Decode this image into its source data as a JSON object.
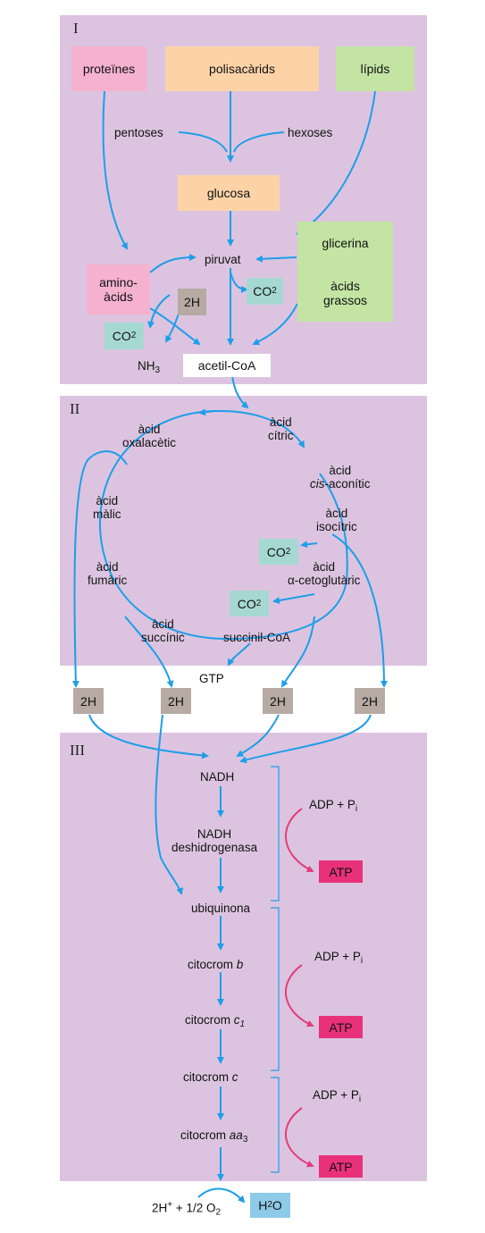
{
  "stages": {
    "s1": "I",
    "s2": "II",
    "s3": "III"
  },
  "colors": {
    "panel": "#dcc4e0",
    "protein": "#f5b2cf",
    "carb": "#fcd3a7",
    "lipid": "#c3e4a3",
    "co2": "#a6d8d2",
    "h2": "#b6aaa2",
    "atp": "#e8317a",
    "h2o": "#8ecbe9",
    "arrow": "#1e9ee8",
    "atp_arrow": "#e23d7b"
  },
  "stage1": {
    "proteins": "proteïnes",
    "polysaccharides": "polisacàrids",
    "lipids": "lípids",
    "pentoses": "pentoses",
    "hexoses": "hexoses",
    "glucose": "glucosa",
    "pyruvate": "piruvat",
    "glycerol": "glicerina",
    "fatty_acids_1": "àcids",
    "fatty_acids_2": "grassos",
    "amino_1": "amino-",
    "amino_2": "àcids",
    "h2": "2H",
    "co2": "CO",
    "co2_sub": "2",
    "co2_b": "CO",
    "co2_b_sub": "2",
    "nh3": "NH",
    "nh3_sub": "3",
    "acetyl_coa": "acetil-CoA"
  },
  "stage2": {
    "citric_1": "àcid",
    "citric_2": "cítric",
    "cisaconitic_1": "àcid",
    "cisaconitic_2a": "cis",
    "cisaconitic_2b": "-aconític",
    "isocitric_1": "àcid",
    "isocitric_2": "isocítric",
    "co2_a": "CO",
    "co2_a_sub": "2",
    "ketoglutaric_1": "àcid",
    "ketoglutaric_2": "α-cetoglutàric",
    "co2_b": "CO",
    "co2_b_sub": "2",
    "succinyl_coa": "succinil-CoA",
    "succinic_1": "àcid",
    "succinic_2": "succínic",
    "fumaric_1": "àcid",
    "fumaric_2": "fumàric",
    "malic_1": "àcid",
    "malic_2": "màlic",
    "oxaloacetic_1": "àcid",
    "oxaloacetic_2": "oxalacètic",
    "gtp": "GTP"
  },
  "h2_row": {
    "a": "2H",
    "b": "2H",
    "c": "2H",
    "d": "2H"
  },
  "stage3": {
    "nadh": "NADH",
    "nadh_dh_1": "NADH",
    "nadh_dh_2": "deshidrogenasa",
    "ubiquinone": "ubiquinona",
    "cyt_b_1": "citocrom",
    "cyt_b_2": "b",
    "cyt_c1_1": "citocrom",
    "cyt_c1_2": "c",
    "cyt_c1_sub": "1",
    "cyt_c_1": "citocrom",
    "cyt_c_2": "c",
    "cyt_aa3_1": "citocrom",
    "cyt_aa3_2": "aa",
    "cyt_aa3_sub": "3",
    "adp_1": "ADP + P",
    "adp_1_sub": "i",
    "adp_2": "ADP + P",
    "adp_2_sub": "i",
    "adp_3": "ADP + P",
    "adp_3_sub": "i",
    "atp_1": "ATP",
    "atp_2": "ATP",
    "atp_3": "ATP",
    "oxygen_1": "2H",
    "oxygen_sup": "+",
    "oxygen_2": " + 1/2 O",
    "oxygen_sub": "2",
    "water": "H",
    "water_sub": "2",
    "water_end": "O"
  }
}
